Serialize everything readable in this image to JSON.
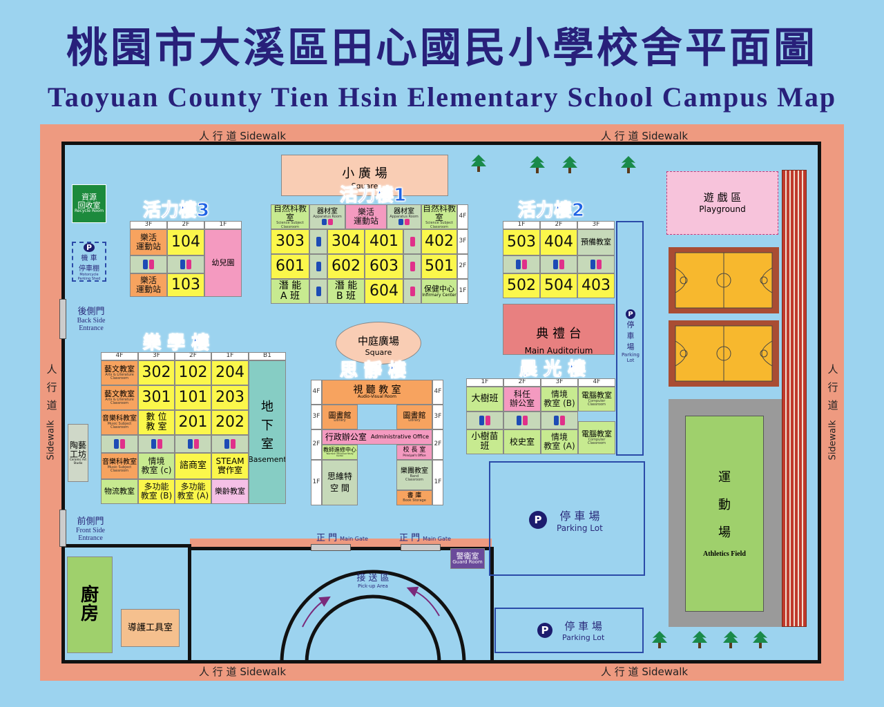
{
  "title_zh": "桃園市大溪區田心國民小學校舍平面圖",
  "title_en": "Taoyuan County Tien Hsin Elementary School Campus Map",
  "sidewalk": {
    "zh": "人 行 道",
    "en": "Sidewalk",
    "v1": "人",
    "v2": "行",
    "v3": "道"
  },
  "recycle": {
    "zh1": "資源",
    "zh2": "回收室",
    "en": "Recycle Room"
  },
  "moto": {
    "p": "P",
    "zh1": "機 車",
    "zh2": "停車棚",
    "en": "Motorcycle Parking Shed"
  },
  "back_entrance": {
    "zh": "後側門",
    "en1": "Back Side",
    "en2": "Entrance"
  },
  "front_entrance": {
    "zh": "前側門",
    "en1": "Front Side",
    "en2": "Entrance"
  },
  "ceramic": {
    "zh1": "陶藝",
    "zh2": "工坊",
    "en": "Ceramic Art Studio"
  },
  "kitchen": {
    "zh1": "廚",
    "zh2": "房"
  },
  "guard_tool": "導護工具室",
  "small_square": {
    "zh": "小 廣 場",
    "en": "Square"
  },
  "court_square": {
    "zh": "中庭廣場",
    "en": "Square"
  },
  "playground": {
    "zh": "遊 戲 區",
    "en": "Playground"
  },
  "auditorium": {
    "zh": "典 禮 台",
    "en": "Main Auditorium"
  },
  "parking_strip": {
    "p": "P",
    "zh1": "停",
    "zh2": "車",
    "zh3": "場",
    "en": "Parking Lot"
  },
  "parking_lot": {
    "p": "P",
    "zh": "停 車 場",
    "en": "Parking Lot"
  },
  "athletics": {
    "zh1": "運",
    "zh2": "動",
    "zh3": "場",
    "en": "Athletics Field"
  },
  "main_gate": {
    "zh": "正 門",
    "en": "Main Gate"
  },
  "guard_room": {
    "zh": "警衛室",
    "en": "Guard Room"
  },
  "pickup": {
    "zh": "接 送 區",
    "en": "Pick-up Area"
  },
  "buildings": {
    "h3": "活力樓3",
    "h1": "活力樓1",
    "h2": "活力樓2",
    "le": "樂 學 樓",
    "si": "思 靜 樓",
    "chen": "晨 光 樓"
  },
  "floors": {
    "f1": "1F",
    "f2": "2F",
    "f3": "3F",
    "f4": "4F",
    "b1": "B1"
  },
  "h3": {
    "lehuo": "樂活",
    "station": "運動站",
    "r104": "104",
    "r103": "103",
    "kinder": "幼兒園"
  },
  "h1": {
    "sci": "自然科教室",
    "sci_en1": "Science Subject",
    "sci_en2": "Classroom",
    "equip": "器材室",
    "equip_en": "Apparatus Room",
    "lehuo": "樂活",
    "station": "運動站",
    "r303": "303",
    "r304": "304",
    "r401": "401",
    "r402": "402",
    "r601": "601",
    "r602": "602",
    "r603": "603",
    "r501": "501",
    "qianA1": "潛 能",
    "qianA2": "A 班",
    "qianB1": "潛 能",
    "qianB2": "B 班",
    "r604": "604",
    "health": "保健中心",
    "health_en": "Infirmary Center"
  },
  "h2": {
    "r503": "503",
    "r404": "404",
    "prep": "預備教室",
    "r502": "502",
    "r504": "504",
    "r403": "403"
  },
  "le": {
    "arts": "藝文教室",
    "arts_en1": "Arts & Literature",
    "arts_en2": "Classroom",
    "r302": "302",
    "r102": "102",
    "r204": "204",
    "r301": "301",
    "r101": "101",
    "r203": "203",
    "music": "音樂科教室",
    "music_en1": "Music Subject",
    "music_en2": "Classroom",
    "digital1": "數 位",
    "digital2": "教 室",
    "r201": "201",
    "r202": "202",
    "basement1": "地",
    "basement2": "下",
    "basement3": "室",
    "basement_en": "Basement",
    "sit1": "情境",
    "sit2": "教室 (c)",
    "counsel": "諮商室",
    "steam1": "STEAM",
    "steam2": "實作室",
    "logistics": "物流教室",
    "multiB1": "多功能",
    "multiB2": "教室 (B)",
    "multiA1": "多功能",
    "multiA2": "教室 (A)",
    "elder": "樂齡教室"
  },
  "si": {
    "av": "視 聽 教 室",
    "av_en": "Audio-Visual Room",
    "lib": "圖書館",
    "lib_en": "Library",
    "admin": "行政辦公室",
    "admin_en": "Administrative Office",
    "teacher": "教師進修中心",
    "teacher_en": "Teachers' Advanced Study Center",
    "principal": "校 長 室",
    "principal_en": "Principal's Office",
    "think1": "思維特",
    "think2": "空 間",
    "band": "樂團教室",
    "band_en1": "Band",
    "band_en2": "Classroom",
    "book": "書 庫",
    "book_en": "Book Storage"
  },
  "chen": {
    "tree_big": "大樹班",
    "keren1": "科任",
    "keren2": "辦公室",
    "sitB1": "情境",
    "sitB2": "教室 (B)",
    "comp": "電腦教室",
    "comp_en1": "Computer",
    "comp_en2": "Classroom",
    "tree_small1": "小樹苗",
    "tree_small2": "班",
    "history": "校史室",
    "sitA1": "情境",
    "sitA2": "教室 (A)"
  },
  "icons": {
    "restroom": "restroom-icon",
    "tree": "tree-icon",
    "parking": "parking-icon"
  },
  "colors": {
    "ground": "#9cd3ef",
    "border": "#ee9a80",
    "title": "#28207a",
    "building_label": "#1f63e4"
  }
}
